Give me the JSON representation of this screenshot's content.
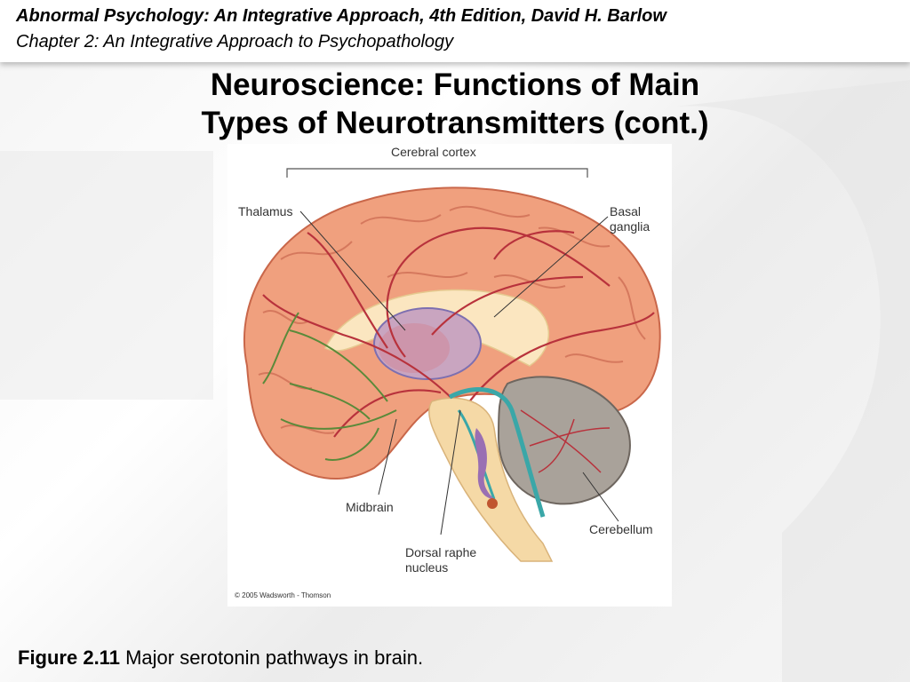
{
  "header": {
    "book_title": "Abnormal Psychology: An Integrative Approach, 4th Edition, David H. Barlow",
    "chapter": "Chapter 2: An Integrative Approach to Psychopathology"
  },
  "slide": {
    "title_line1": "Neuroscience:  Functions of Main",
    "title_line2": "Types of Neurotransmitters (cont.)"
  },
  "figure": {
    "labels": {
      "cerebral_cortex": "Cerebral cortex",
      "thalamus": "Thalamus",
      "basal_ganglia_1": "Basal",
      "basal_ganglia_2": "ganglia",
      "midbrain": "Midbrain",
      "dorsal_raphe_1": "Dorsal raphe",
      "dorsal_raphe_2": "nucleus",
      "cerebellum": "Cerebellum"
    },
    "copyright": "© 2005 Wadsworth - Thomson",
    "colors": {
      "cortex": "#f0a07e",
      "pathways": "#b8323c",
      "green_pathways": "#5a8a3a",
      "teal": "#3aa7a8",
      "cerebellum": "#a9a29a"
    }
  },
  "caption": {
    "number": "Figure 2.11",
    "text": " Major serotonin pathways in brain."
  }
}
